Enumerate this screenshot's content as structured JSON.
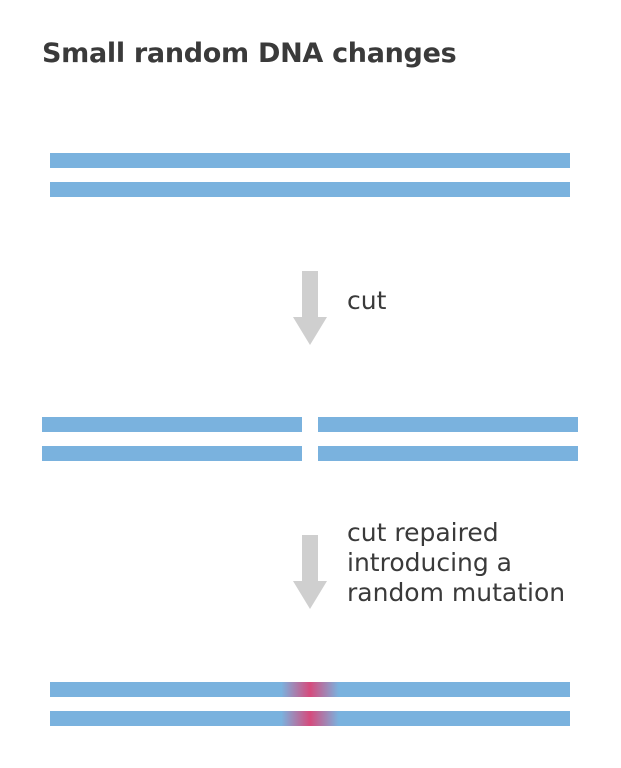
{
  "title": "Small random DNA changes",
  "colors": {
    "strand": "#7ab2de",
    "mutation": "#d64b7c",
    "arrow": "#cfcfcf",
    "text": "#3a3a3a"
  },
  "icons": {
    "step1": "down-arrow-icon",
    "step2": "down-arrow-icon"
  },
  "steps": [
    {
      "label_lines": [
        "cut"
      ]
    },
    {
      "label_lines": [
        "cut repaired",
        "introducing a",
        "random mutation"
      ]
    }
  ]
}
